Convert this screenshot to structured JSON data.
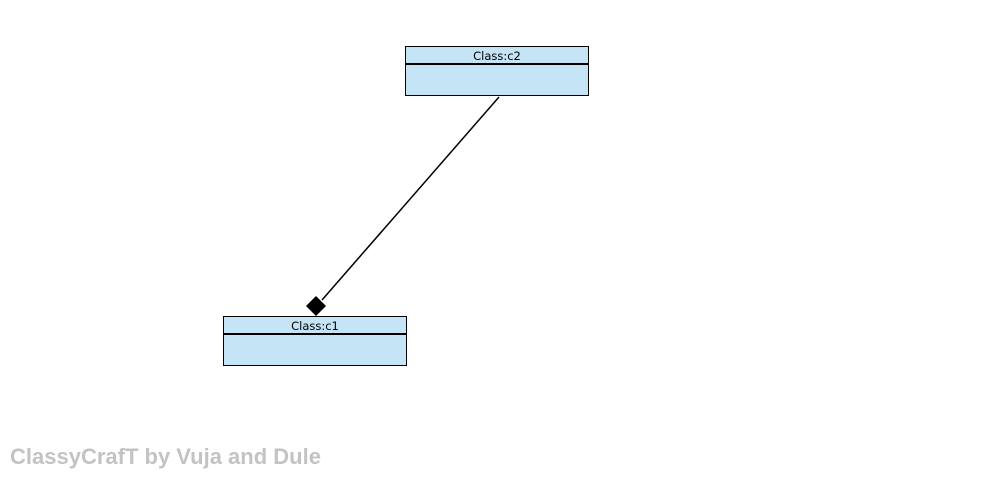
{
  "diagram": {
    "classes": [
      {
        "id": "c2",
        "title": "Class:c2"
      },
      {
        "id": "c1",
        "title": "Class:c1"
      }
    ],
    "connections": [
      {
        "from": "c1",
        "to": "c2",
        "type": "composition",
        "diamond_at": "c1"
      }
    ],
    "colors": {
      "class_fill": "#c5e4f6",
      "class_border": "#000000",
      "line": "#000000",
      "watermark": "#c3c3c3"
    }
  },
  "watermark": {
    "text": "ClassyCrafT by Vuja and Dule"
  }
}
